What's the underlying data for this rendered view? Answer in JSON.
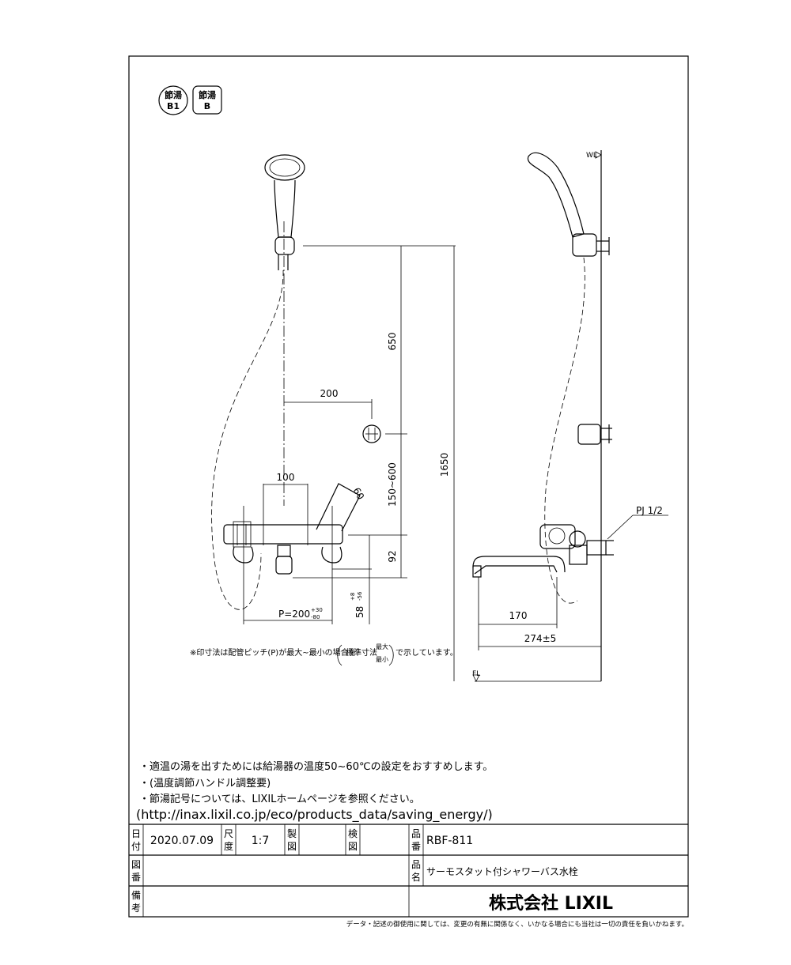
{
  "badges": {
    "shower_line1": "節湯",
    "shower_line2": "B1",
    "faucet_line1": "節湯",
    "faucet_line2": "B"
  },
  "dimensions": {
    "d650": "650",
    "d200": "200",
    "d100": "100",
    "d60": "60",
    "d150_600": "150~600",
    "d1650": "1650",
    "d92": "92",
    "pitch": "P=200",
    "pitch_tol_upper": "+30",
    "pitch_tol_lower": "-80",
    "d58": "58",
    "d58_tol_upper": "+8",
    "d58_tol_lower": "-56",
    "d170": "170",
    "d274": "274±5"
  },
  "labels": {
    "wl": "WL",
    "fl": "FL",
    "pj": "PJ 1/2"
  },
  "note_pitch": {
    "before": "※印寸法は配管ピッチ(P)が最大~最小の場合を",
    "standard": "標準寸法",
    "max": "最大",
    "min": "最小",
    "after": "で示しています。"
  },
  "notes": [
    "・適温の湯を出すためには給湯器の温度50~60℃の設定をおすすめします。",
    "・(温度調節ハンドル調整要)",
    "・節湯記号については、LIXILホームページを参照ください。"
  ],
  "url_note": "(http://inax.lixil.co.jp/eco/products_data/saving_energy/)",
  "title_block": {
    "date_label_1": "日",
    "date_label_2": "付",
    "date_value": "2020.07.09",
    "scale_label_1": "尺",
    "scale_label_2": "度",
    "scale_value": "1:7",
    "drawn_label_1": "製",
    "drawn_label_2": "図",
    "check_label_1": "検",
    "check_label_2": "図",
    "part_no_label_1": "品",
    "part_no_label_2": "番",
    "part_no_value": "RBF-811",
    "drawing_no_label_1": "図",
    "drawing_no_label_2": "番",
    "name_label_1": "品",
    "name_label_2": "名",
    "name_value": "サーモスタット付シャワーバス水栓",
    "remarks_label_1": "備",
    "remarks_label_2": "考",
    "company": "株式会社 LIXIL"
  },
  "footer_note": "データ・記述の御使用に関しては、変更の有無に関係なく、いかなる場合にも当社は一切の責任を負いかねます。"
}
